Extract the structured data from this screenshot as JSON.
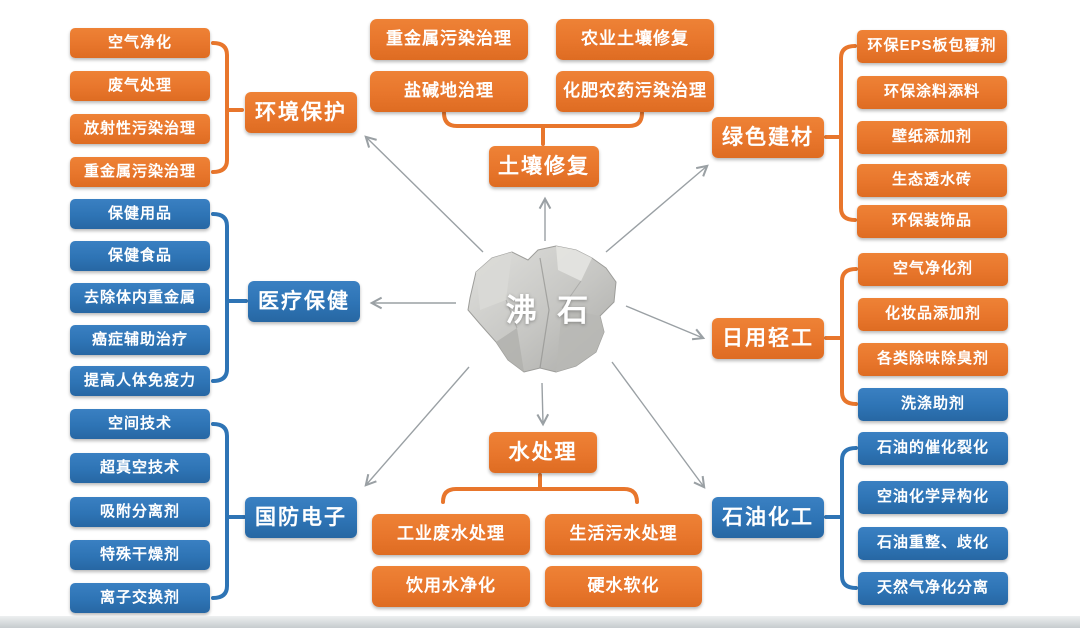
{
  "center": {
    "label": "沸 石"
  },
  "colors": {
    "orange": "#E8762C",
    "blue": "#2E74B5",
    "arrow": "#9AA0A4",
    "background": "#FFFFFF",
    "bottom_bar": "#C6CBCE"
  },
  "sections": {
    "env": {
      "title": "环境保护",
      "color": "orange",
      "items": [
        "空气净化",
        "废气处理",
        "放射性污染治理",
        "重金属污染治理"
      ]
    },
    "medical": {
      "title": "医疗保健",
      "color": "blue",
      "items": [
        "保健用品",
        "保健食品",
        "去除体内重金属",
        "癌症辅助治疗",
        "提高人体免疫力"
      ]
    },
    "defense": {
      "title": "国防电子",
      "color": "blue",
      "items": [
        "空间技术",
        "超真空技术",
        "吸附分离剂",
        "特殊干燥剂",
        "离子交换剂"
      ]
    },
    "soil": {
      "title": "土壤修复",
      "color": "orange",
      "items": [
        "重金属污染治理",
        "农业土壤修复",
        "盐碱地治理",
        "化肥农药污染治理"
      ]
    },
    "water": {
      "title": "水处理",
      "color": "orange",
      "items": [
        "工业废水处理",
        "生活污水处理",
        "饮用水净化",
        "硬水软化"
      ]
    },
    "building": {
      "title": "绿色建材",
      "color": "orange",
      "items": [
        "环保EPS板包覆剂",
        "环保涂料添料",
        "壁纸添加剂",
        "生态透水砖",
        "环保装饰品"
      ]
    },
    "daily": {
      "title": "日用轻工",
      "color": "orange",
      "items": [
        "空气净化剂",
        "化妆品添加剂",
        "各类除味除臭剂",
        "洗涤助剂"
      ],
      "item_colors": [
        "orange",
        "orange",
        "orange",
        "blue"
      ]
    },
    "petro": {
      "title": "石油化工",
      "color": "blue",
      "items": [
        "石油的催化裂化",
        "空油化学异构化",
        "石油重整、歧化",
        "天然气净化分离"
      ]
    }
  }
}
